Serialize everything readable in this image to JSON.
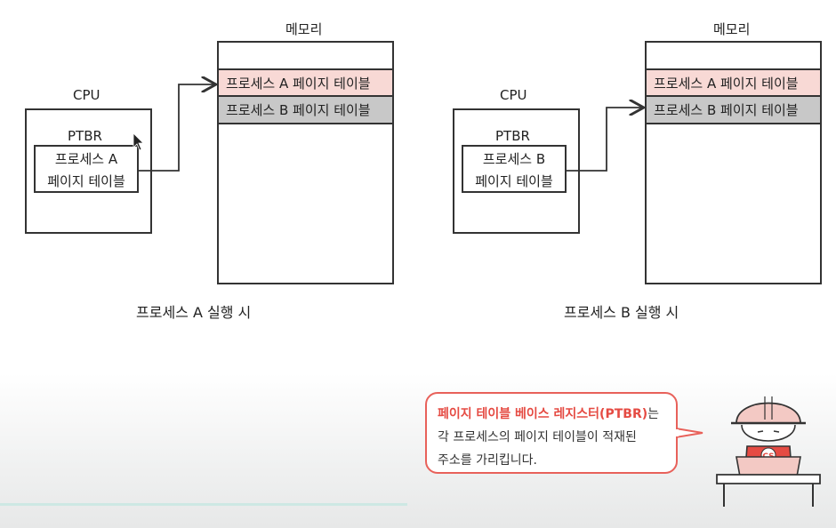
{
  "left_panel": {
    "cpu_label": "CPU",
    "ptbr_label": "PTBR",
    "ptbr_value_line1": "프로세스 A",
    "ptbr_value_line2": "페이지 테이블",
    "memory_label": "메모리",
    "memory_rows": [
      "프로세스 A 페이지 테이블",
      "프로세스 B 페이지 테이블"
    ],
    "caption": "프로세스 A 실행 시"
  },
  "right_panel": {
    "cpu_label": "CPU",
    "ptbr_label": "PTBR",
    "ptbr_value_line1": "프로세스 B",
    "ptbr_value_line2": "페이지 테이블",
    "memory_label": "메모리",
    "memory_rows": [
      "프로세스 A 페이지 테이블",
      "프로세스 B 페이지 테이블"
    ],
    "caption": "프로세스 B 실행 시"
  },
  "callout": {
    "highlight": "페이지 테이블 베이스 레지스터(PTBR)",
    "line1_rest": "는",
    "line2": "각 프로세스의 페이지 테이블이 적재된",
    "line3": "주소를 가리킵니다."
  },
  "mascot": {
    "badge_text": "CS"
  },
  "colors": {
    "row_a": "#f8d9d5",
    "row_b": "#c8c8c8",
    "accent": "#e54b43"
  }
}
